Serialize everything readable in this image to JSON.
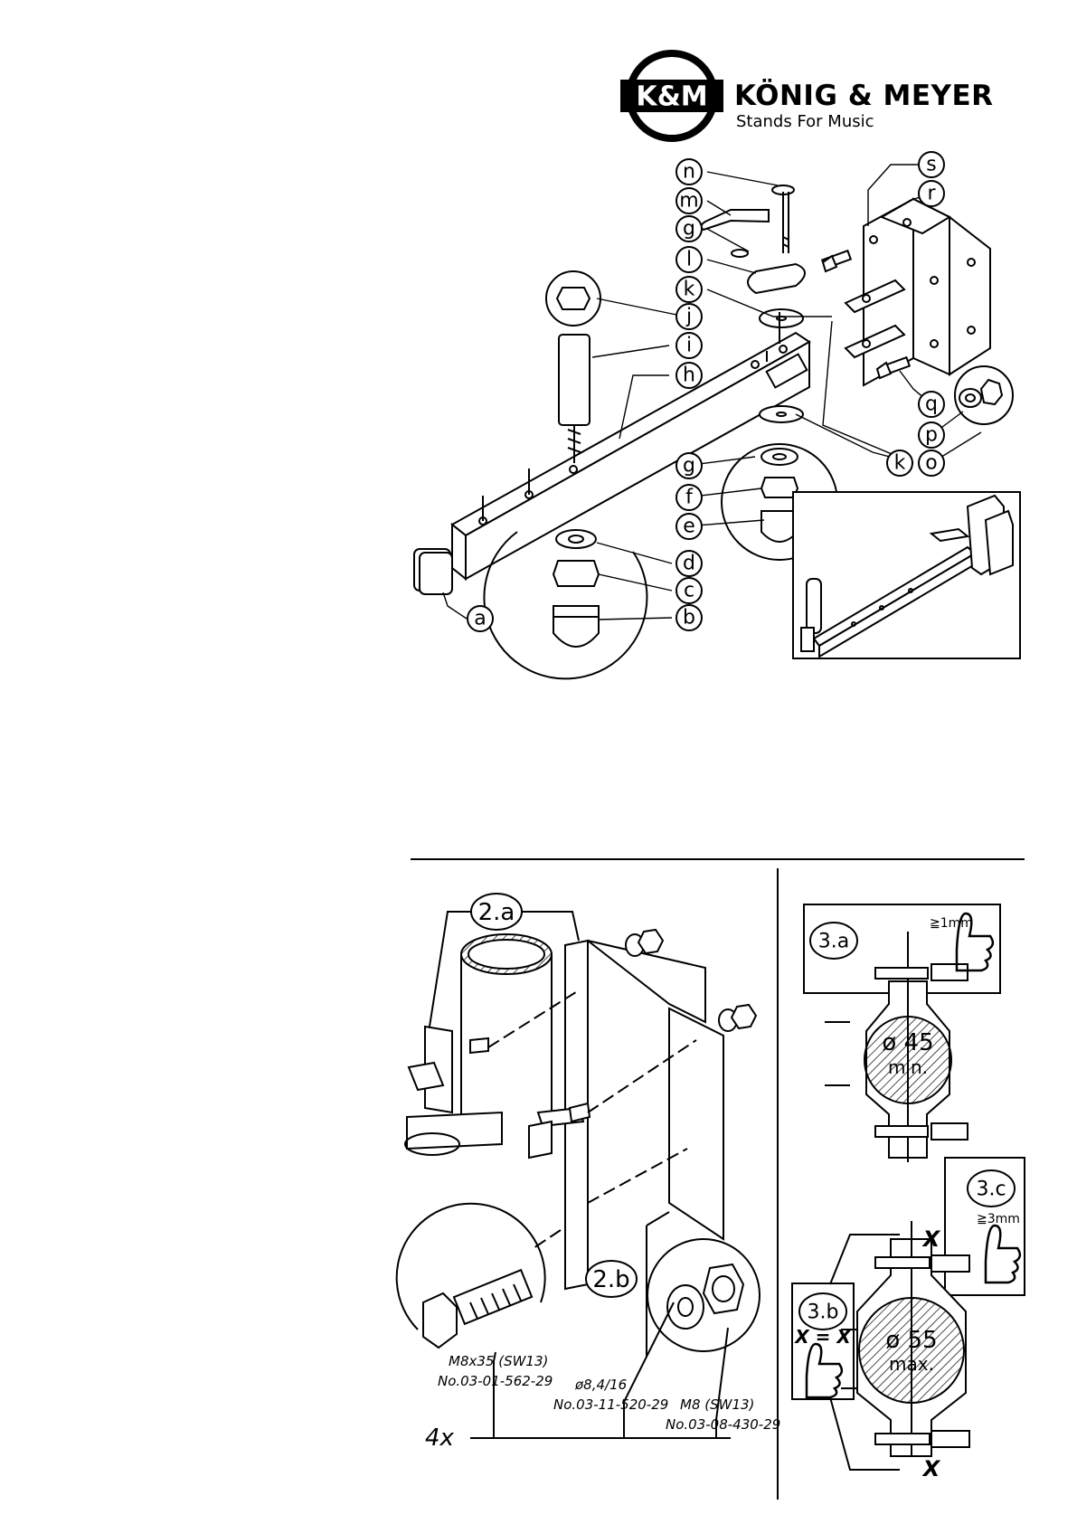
{
  "brand": {
    "logo_text": "K&M",
    "company": "KÖNIG & MEYER",
    "tagline": "Stands For Music"
  },
  "parts": {
    "a": "a",
    "b": "b",
    "c": "c",
    "d": "d",
    "e": "e",
    "f": "f",
    "g": "g",
    "h": "h",
    "i": "i",
    "j": "j",
    "k": "k",
    "l": "l",
    "m": "m",
    "n": "n",
    "o": "o",
    "p": "p",
    "q": "q",
    "r": "r",
    "s": "s"
  },
  "step2": {
    "label_a": "2.a",
    "label_b": "2.b",
    "bolt_spec": "M8x35 (SW13)",
    "bolt_no": "No.03-01-562-29",
    "washer_spec": "ø8,4/16",
    "washer_no": "No.03-11-520-29",
    "nut_spec": "M8 (SW13)",
    "nut_no": "No.03-08-430-29",
    "quantity": "4x"
  },
  "step3": {
    "label_a": "3.a",
    "gap_a": "≧1mm",
    "diameter_min": "ø 45",
    "min_text": "min.",
    "label_c": "3.c",
    "gap_c": "≧3mm",
    "label_b": "3.b",
    "x_equal": "X = X",
    "x_mark": "X",
    "diameter_max": "ø 55",
    "max_text": "max."
  }
}
